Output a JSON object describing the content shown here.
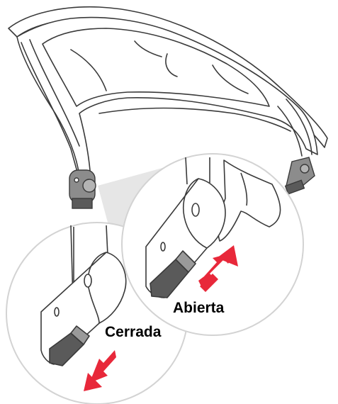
{
  "labels": {
    "open": "Abierta",
    "closed": "Cerrada"
  },
  "colors": {
    "arrow": "#e8283a",
    "outline": "#3a3a3a",
    "latch_dark": "#555555",
    "latch_light": "#9a9a9a",
    "callout_circle": "#d6d6d6",
    "callout_wedge": "#e4e4e4"
  },
  "arrows": {
    "open_direction": "up",
    "closed_direction": "down"
  }
}
